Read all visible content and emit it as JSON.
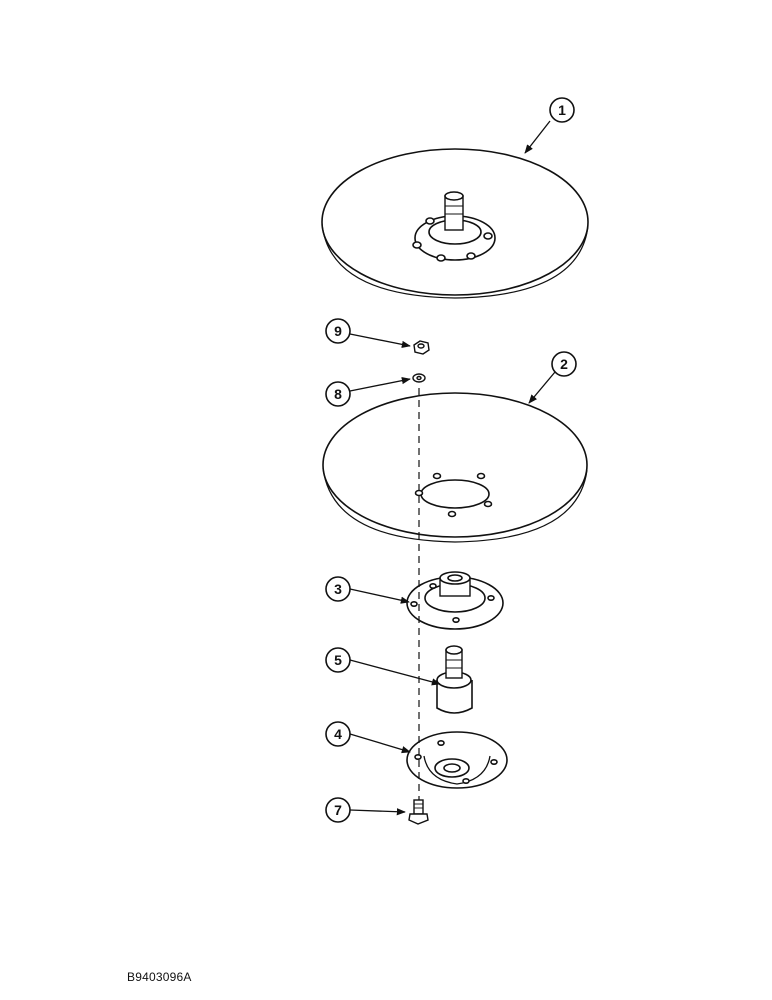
{
  "callouts": [
    {
      "id": "1",
      "part": "upper-disc"
    },
    {
      "id": "2",
      "part": "lower-disc"
    },
    {
      "id": "3",
      "part": "upper-hub-flange"
    },
    {
      "id": "4",
      "part": "lower-hub-flange"
    },
    {
      "id": "5",
      "part": "spindle"
    },
    {
      "id": "7",
      "part": "bolt"
    },
    {
      "id": "8",
      "part": "washer"
    },
    {
      "id": "9",
      "part": "nut"
    }
  ],
  "figure_code": "B9403096A"
}
